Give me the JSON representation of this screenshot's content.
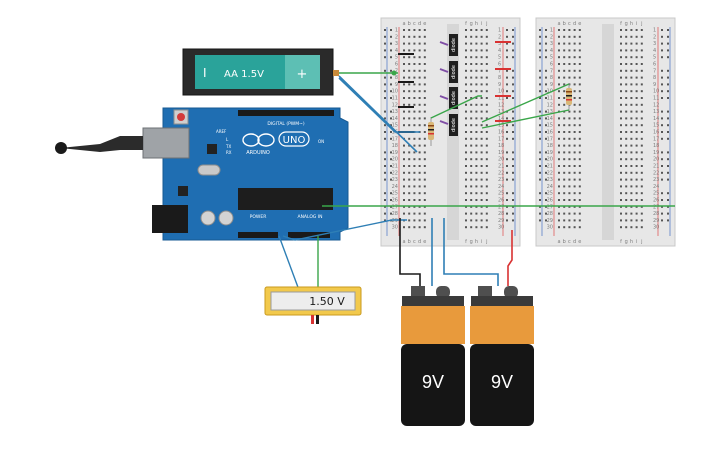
{
  "battery_aa": {
    "minus_label": "I",
    "voltage_label": "AA 1.5V",
    "plus_label": "+"
  },
  "arduino": {
    "brand_label": "ARDUINO",
    "model_label": "UNO",
    "digital_label": "DIGITAL (PWM~)",
    "power_label": "POWER",
    "analog_label": "ANALOG IN",
    "aref_label": "AREF",
    "tx_label": "TX",
    "rx_label": "RX",
    "l_label": "L",
    "on_label": "ON"
  },
  "multimeter": {
    "reading": "1.50 V"
  },
  "battery_9v": [
    {
      "label": "9V"
    },
    {
      "label": "9V"
    }
  ],
  "breadboard_left": {
    "column_letters_top": [
      "a",
      "b",
      "c",
      "d",
      "e",
      "f",
      "g",
      "h",
      "i",
      "j"
    ],
    "column_letters_bottom": [
      "a",
      "b",
      "c",
      "d",
      "e",
      "f",
      "g",
      "h",
      "i",
      "j"
    ],
    "row_numbers": [
      "1",
      "2",
      "3",
      "4",
      "5",
      "6",
      "7",
      "8",
      "9",
      "10",
      "11",
      "12",
      "13",
      "14",
      "15",
      "16",
      "17",
      "18",
      "19",
      "20",
      "21",
      "22",
      "23",
      "24",
      "25",
      "26",
      "27",
      "28",
      "29",
      "30"
    ]
  },
  "breadboard_right": {
    "column_letters_top": [
      "a",
      "b",
      "c",
      "d",
      "e",
      "f",
      "g",
      "h",
      "i",
      "j"
    ],
    "column_letters_bottom": [
      "a",
      "b",
      "c",
      "d",
      "e",
      "f",
      "g",
      "h",
      "i",
      "j"
    ],
    "row_numbers": [
      "1",
      "2",
      "3",
      "4",
      "5",
      "6",
      "7",
      "8",
      "9",
      "10",
      "11",
      "12",
      "13",
      "14",
      "15",
      "16",
      "17",
      "18",
      "19",
      "20",
      "21",
      "22",
      "23",
      "24",
      "25",
      "26",
      "27",
      "28",
      "29",
      "30"
    ]
  },
  "chips": [
    {
      "label": "diode"
    },
    {
      "label": "diode"
    },
    {
      "label": "diode"
    },
    {
      "label": "diode"
    }
  ],
  "colors": {
    "arduino_blue": "#1f6eb2",
    "battery_orange": "#e89a3c",
    "wire_black": "#1a1a1a",
    "wire_blue": "#2f7fb5",
    "wire_green": "#3aa64a",
    "wire_red": "#d93232",
    "wire_purple": "#7f4ea5",
    "aa_green": "#2aa39a"
  }
}
